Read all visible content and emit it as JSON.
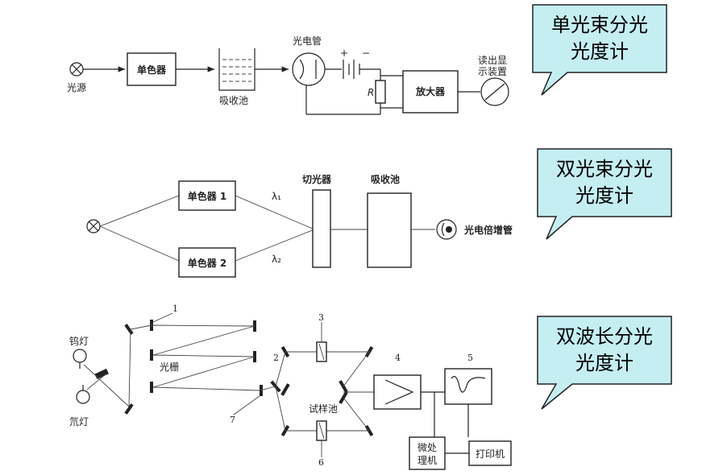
{
  "callouts": [
    {
      "line1": "单光束分光",
      "line2": "光度计"
    },
    {
      "line1": "双光束分光",
      "line2": "光度计"
    },
    {
      "line1": "双波长分光",
      "line2": "光度计"
    }
  ],
  "diagram1": {
    "light_source": "光源",
    "monochromator": "单色器",
    "absorption_cell": "吸收池",
    "phototube": "光电管",
    "plus": "+",
    "minus": "−",
    "resistor": "R",
    "amplifier": "放大器",
    "readout_line1": "读出显",
    "readout_line2": "示装置"
  },
  "diagram2": {
    "monochromator1": "单色器 1",
    "monochromator2": "单色器 2",
    "lambda1": "λ₁",
    "lambda2": "λ₂",
    "chopper": "切光器",
    "absorption_cell": "吸收池",
    "pmt": "光电倍增管"
  },
  "diagram3": {
    "tungsten_lamp": "钨灯",
    "deuterium_lamp": "氘灯",
    "grating": "光栅",
    "sample_cell": "试样池",
    "microprocessor_line1": "微处",
    "microprocessor_line2": "理机",
    "printer": "打印机",
    "n1": "1",
    "n2": "2",
    "n3": "3",
    "n4": "4",
    "n5": "5",
    "n6": "6",
    "n7": "7"
  },
  "colors": {
    "callout_fill": "#c5eef2",
    "callout_stroke": "#222222"
  }
}
